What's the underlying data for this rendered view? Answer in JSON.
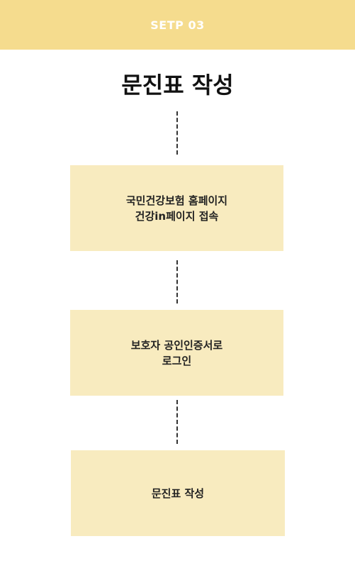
{
  "header": {
    "step_label": "SETP 03"
  },
  "title": "문진표 작성",
  "steps": [
    {
      "lines": [
        "국민건강보험 홈페이지",
        "건강in페이지 접속"
      ]
    },
    {
      "lines": [
        "보호자 공인인증서로",
        "로그인"
      ]
    },
    {
      "lines": [
        "문진표 작성"
      ]
    }
  ],
  "colors": {
    "header_bg": "#f5dc8e",
    "box_bg": "#f8ebbf",
    "header_text": "#ffffff",
    "title_text": "#111111"
  }
}
